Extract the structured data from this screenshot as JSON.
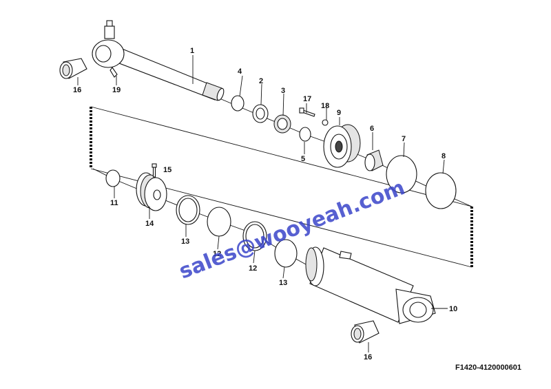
{
  "diagram": {
    "drawing_code": "F1420-4120000601",
    "watermark": "sales@wooyeah.com",
    "callouts": [
      "1",
      "2",
      "3",
      "4",
      "5",
      "6",
      "7",
      "8",
      "9",
      "10",
      "11",
      "12",
      "12",
      "13",
      "13",
      "14",
      "15",
      "16",
      "16",
      "17",
      "18",
      "19"
    ]
  }
}
